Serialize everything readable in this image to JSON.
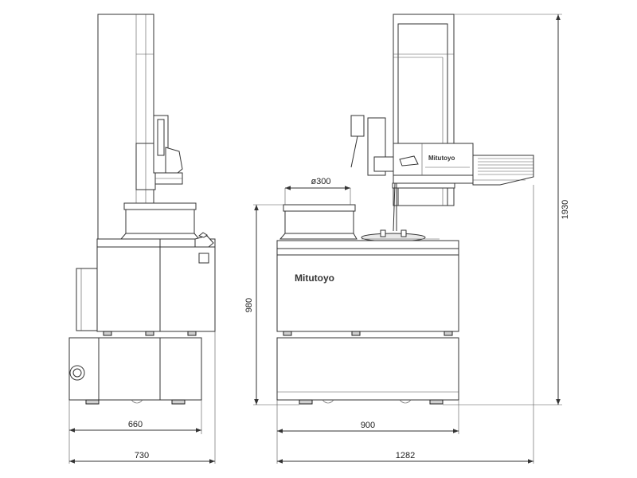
{
  "dimensions": {
    "side_base_depth": "660",
    "side_total_depth": "730",
    "table_diameter": "ø300",
    "table_height": "980",
    "front_base_width": "900",
    "front_total_width": "1282",
    "total_height": "1930"
  },
  "labels": {
    "brand_base": "Mitutoyo",
    "brand_unit": "Mitutoyo"
  }
}
